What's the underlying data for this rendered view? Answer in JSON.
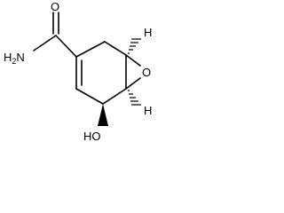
{
  "molecule": {
    "atoms": {
      "carbonyl_oxygen": "O",
      "amide_nitrogen": "H2N",
      "epoxide_oxygen": "O",
      "hydroxyl": "HO",
      "stereo_h_top": "H",
      "stereo_h_bottom": "H"
    },
    "colors": {
      "ink": "#000000",
      "background": "#ffffff"
    }
  }
}
